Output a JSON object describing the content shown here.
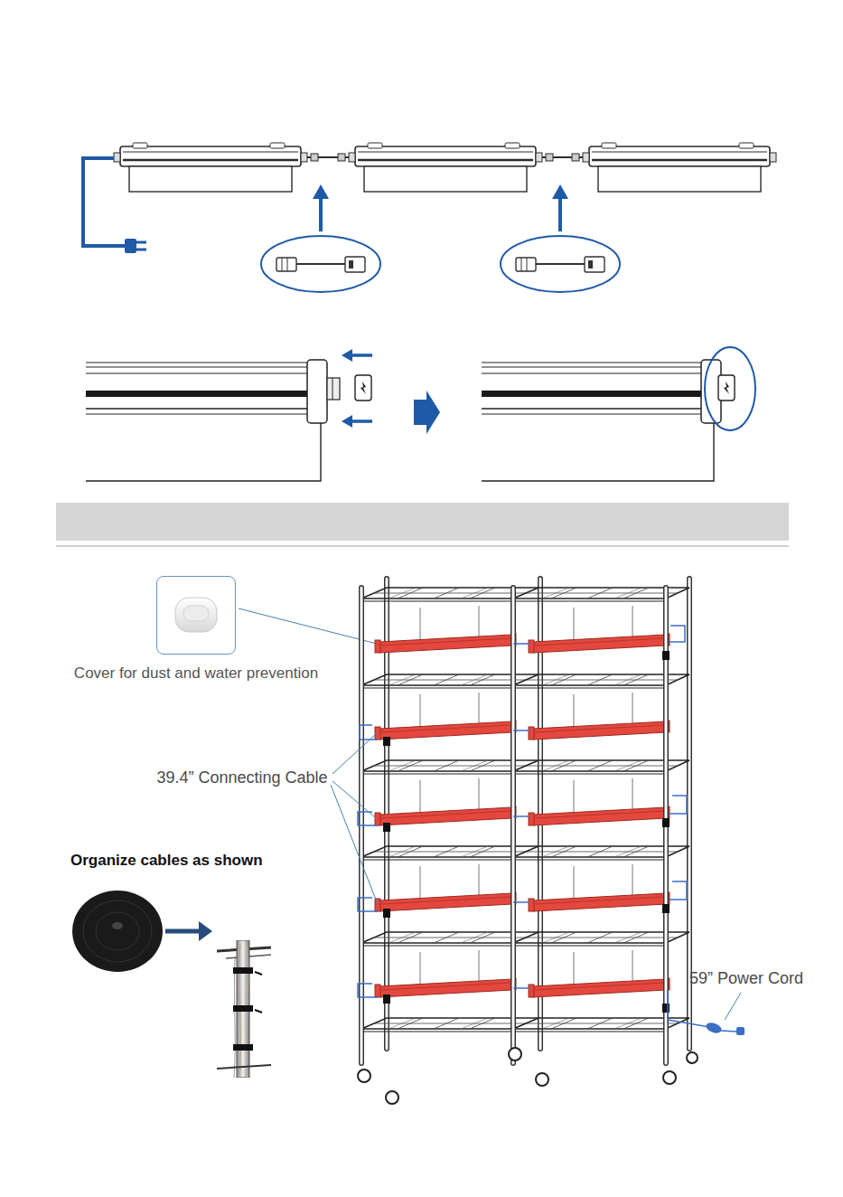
{
  "diagram": {
    "nodes": [
      {
        "text": [
          "Cover for dust and water prevention"
        ]
      }
    ],
    "labels": [
      "39.4” Connecting Cable",
      "Organize cables as shown",
      "59” Power Cord"
    ]
  }
}
